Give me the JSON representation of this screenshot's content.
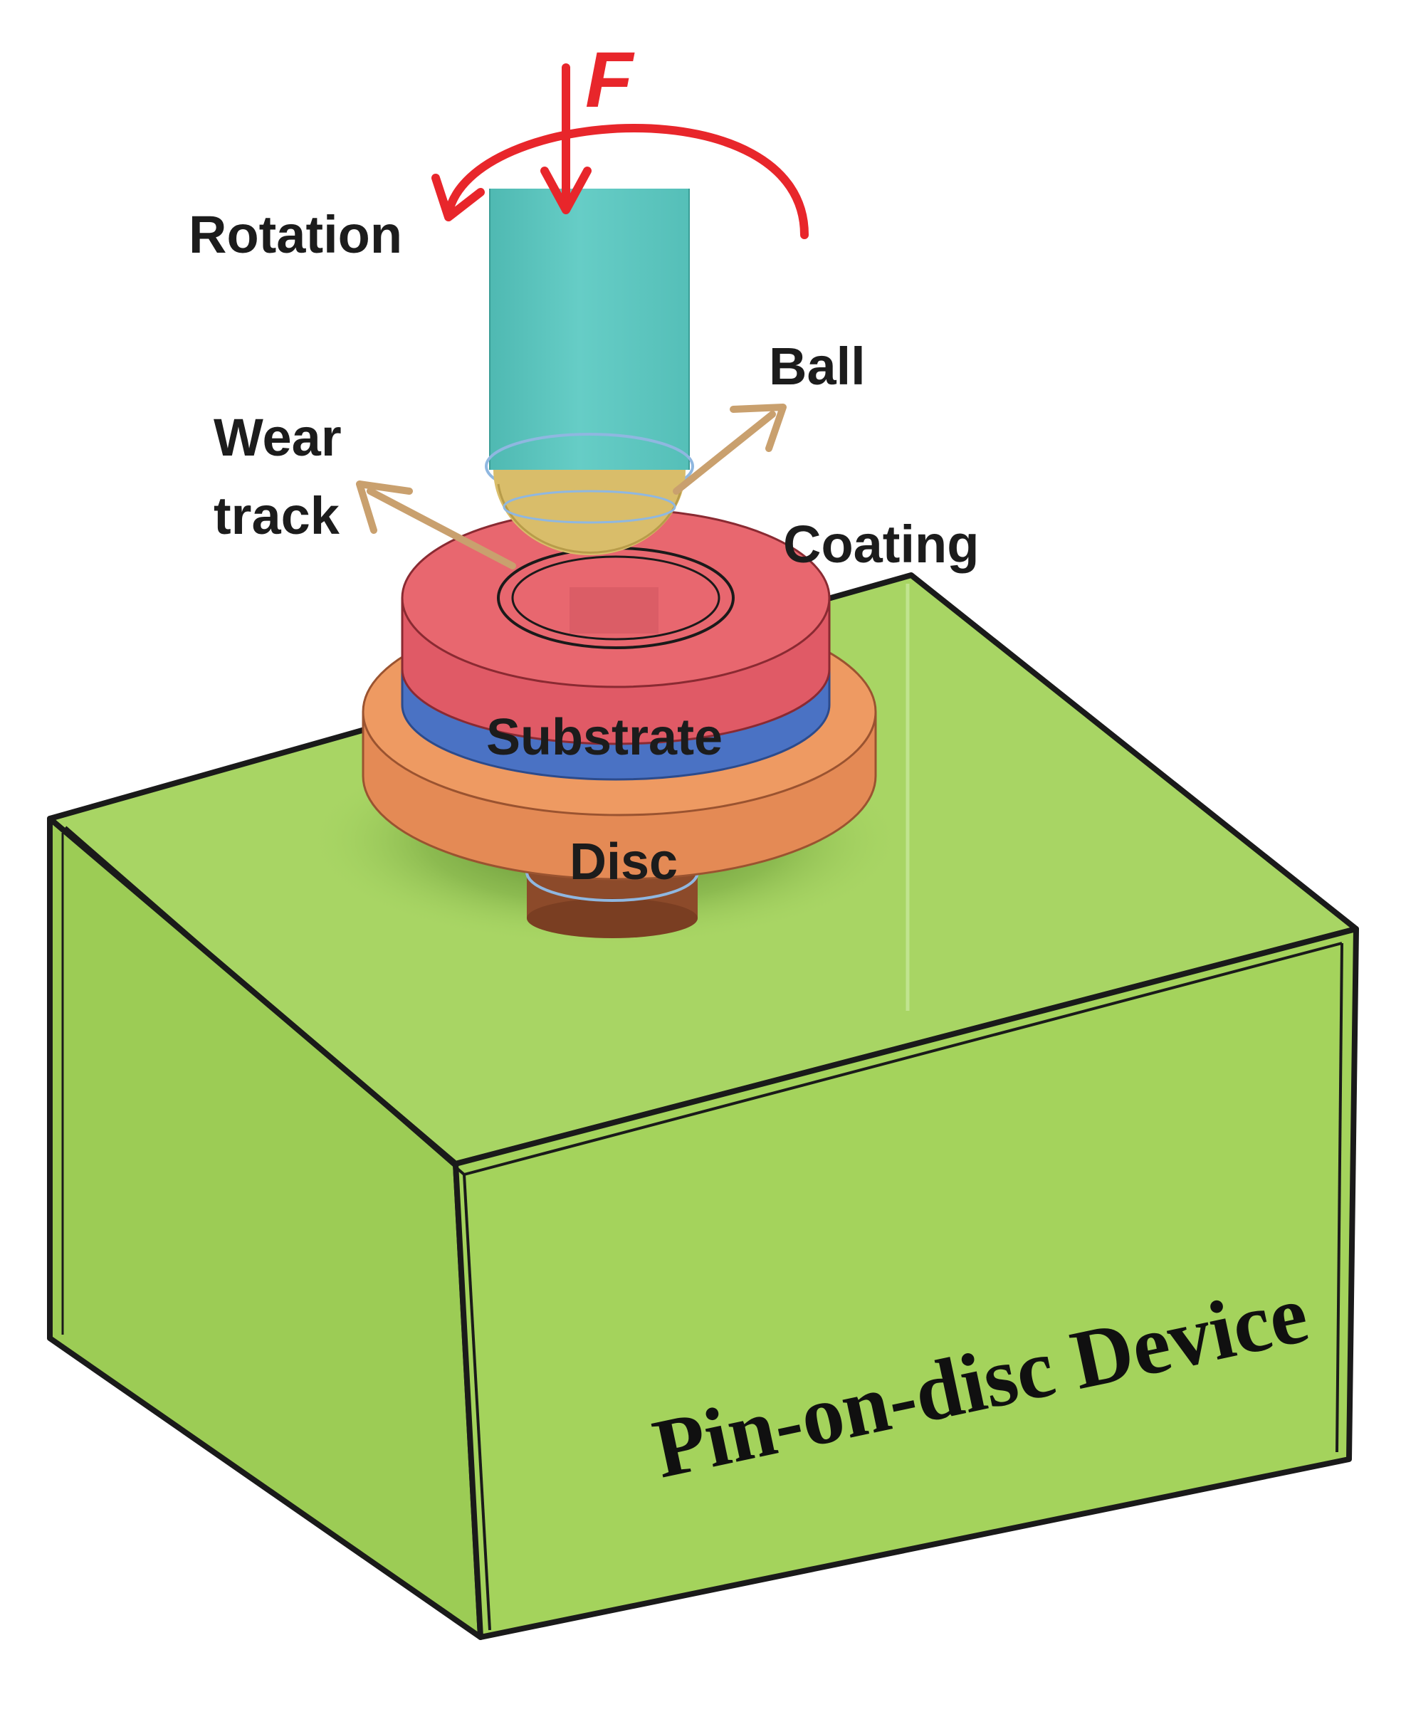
{
  "labels": {
    "force": "F",
    "rotation": "Rotation",
    "ball": "Ball",
    "wear_track_line1": "Wear",
    "wear_track_line2": "track",
    "coating": "Coating",
    "substrate": "Substrate",
    "disc": "Disc",
    "device": "Pin-on-disc Device"
  },
  "colors": {
    "pin": "#5fc6bf",
    "ball": "#d9bd6a",
    "coating": "#e8606a",
    "substrate": "#4a72c4",
    "disc": "#e88f5a",
    "device": "#a8d564",
    "arrows_red": "#e8262b",
    "arrows_tan": "#c9a06e"
  }
}
